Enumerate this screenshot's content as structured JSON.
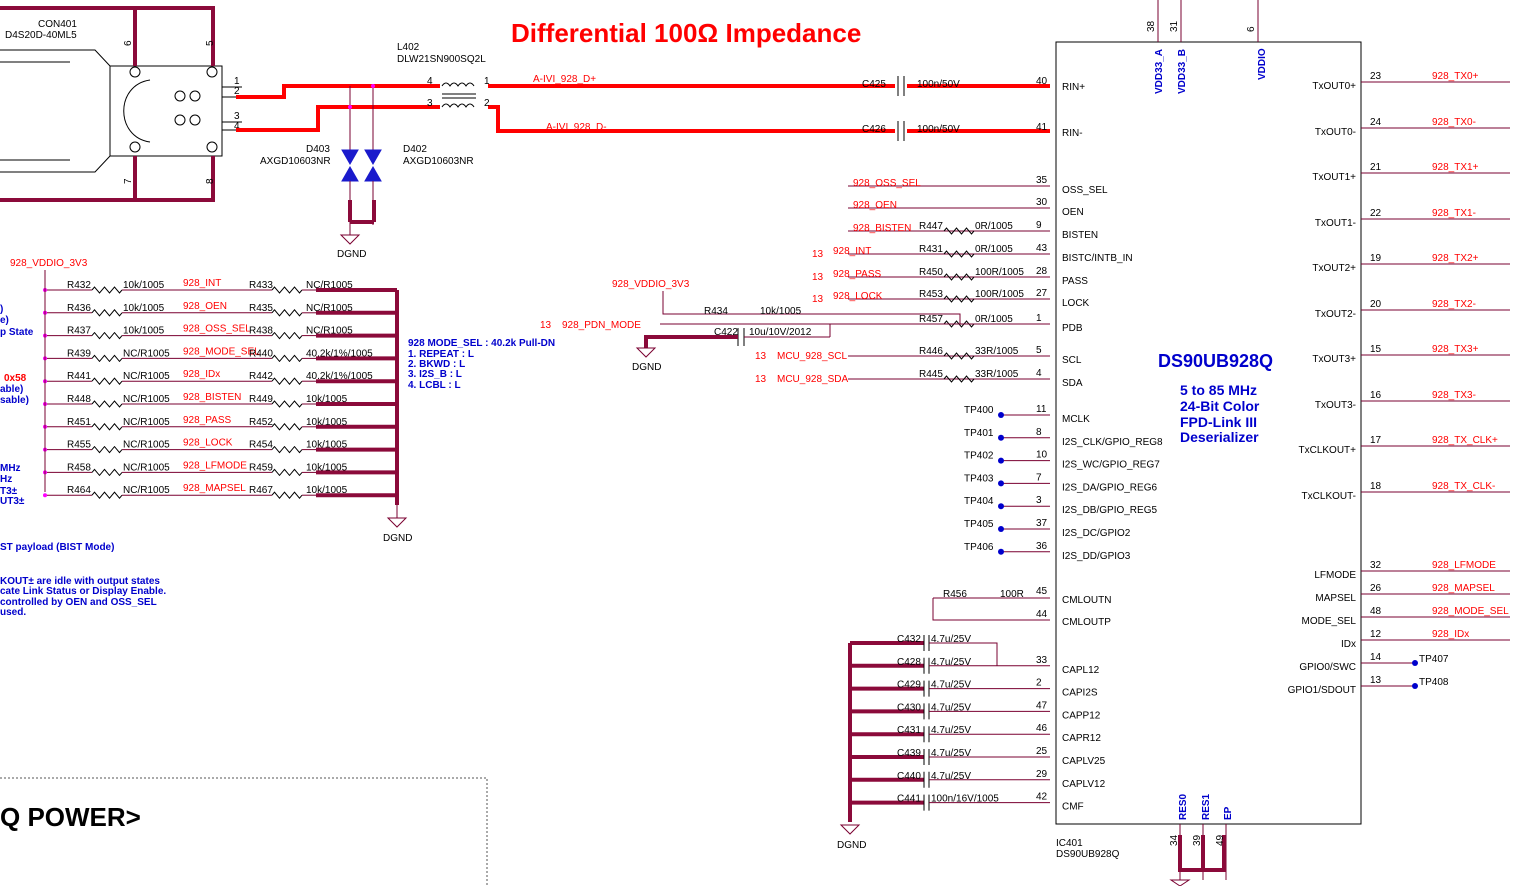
{
  "title": "Differential 100Ω Impedance",
  "connector": {
    "ref": "CON401",
    "part": "D4S20D-40ML5",
    "pins": [
      "1",
      "2",
      "3",
      "4",
      "5",
      "6",
      "7",
      "8"
    ]
  },
  "choke": {
    "ref": "L402",
    "part": "DLW21SN900SQ2L",
    "pins": [
      "4",
      "1",
      "3",
      "2"
    ]
  },
  "diodes": [
    {
      "ref": "D403",
      "part": "AXGD10603NR"
    },
    {
      "ref": "D402",
      "part": "AXGD10603NR"
    }
  ],
  "diff_nets": [
    {
      "name": "A-IVI_928_D+",
      "cap": "C425",
      "cap_value": "100n/50V",
      "pin": "40"
    },
    {
      "name": "A-IVI_928_D-",
      "cap": "C426",
      "cap_value": "100n/50V",
      "pin": "41"
    }
  ],
  "ground_label": "DGND",
  "vddio_net": "928_VDDIO_3V3",
  "left_resistors": [
    {
      "pd": "R432",
      "pd_val": "10k/1005",
      "net": "928_INT",
      "pu": "R433",
      "pu_val": "NC/R1005"
    },
    {
      "pd": "R436",
      "pd_val": "10k/1005",
      "net": "928_OEN",
      "pu": "R435",
      "pu_val": "NC/R1005"
    },
    {
      "pd": "R437",
      "pd_val": "10k/1005",
      "net": "928_OSS_SEL",
      "pu": "R438",
      "pu_val": "NC/R1005"
    },
    {
      "pd": "R439",
      "pd_val": "NC/R1005",
      "net": "928_MODE_SEL",
      "pu": "R440",
      "pu_val": "40.2k/1%/1005"
    },
    {
      "pd": "R441",
      "pd_val": "NC/R1005",
      "net": "928_IDx",
      "pu": "R442",
      "pu_val": "40.2k/1%/1005"
    },
    {
      "pd": "R448",
      "pd_val": "NC/R1005",
      "net": "928_BISTEN",
      "pu": "R449",
      "pu_val": "10k/1005"
    },
    {
      "pd": "R451",
      "pd_val": "NC/R1005",
      "net": "928_PASS",
      "pu": "R452",
      "pu_val": "10k/1005"
    },
    {
      "pd": "R455",
      "pd_val": "NC/R1005",
      "net": "928_LOCK",
      "pu": "R454",
      "pu_val": "10k/1005"
    },
    {
      "pd": "R458",
      "pd_val": "NC/R1005",
      "net": "928_LFMODE",
      "pu": "R459",
      "pu_val": "10k/1005"
    },
    {
      "pd": "R464",
      "pd_val": "NC/R1005",
      "net": "928_MAPSEL",
      "pu": "R467",
      "pu_val": "10k/1005"
    }
  ],
  "mode_note": [
    "928 MODE_SEL : 40.2k Pull-DN",
    "1. REPEAT : L",
    "2. BKWD : L",
    "3. I2S_B : L",
    "4. LCBL : L"
  ],
  "left_clipped_text": [
    ")",
    "e)",
    "p State",
    "0x58",
    "able)",
    "sable)",
    "MHz",
    "Hz",
    "T3±",
    "UT3±",
    "ST payload (BIST Mode)",
    "KOUT± are idle with output states",
    "cate Link Status or Display Enable.",
    "controlled by OEN and OSS_SEL",
    "used."
  ],
  "pdn": {
    "vddio": "928_VDDIO_3V3",
    "sheet": "13",
    "net": "928_PDN_MODE",
    "res": "R434",
    "res_val": "10k/1005",
    "cap": "C422",
    "cap_val": "10u/10V/2012"
  },
  "ctrl_lines": [
    {
      "sheet": "",
      "net": "928_OSS_SEL",
      "res": "",
      "res_val": "",
      "pin": "35",
      "pinname": "OSS_SEL"
    },
    {
      "sheet": "",
      "net": "928_OEN",
      "res": "",
      "res_val": "",
      "pin": "30",
      "pinname": "OEN"
    },
    {
      "sheet": "",
      "net": "928_BISTEN",
      "res": "R447",
      "res_val": "0R/1005",
      "pin": "9",
      "pinname": "BISTEN"
    },
    {
      "sheet": "13",
      "net": "928_INT",
      "res": "R431",
      "res_val": "0R/1005",
      "pin": "43",
      "pinname": "BISTC/INTB_IN"
    },
    {
      "sheet": "13",
      "net": "928_PASS",
      "res": "R450",
      "res_val": "100R/1005",
      "pin": "28",
      "pinname": "PASS"
    },
    {
      "sheet": "13",
      "net": "928_LOCK",
      "res": "R453",
      "res_val": "100R/1005",
      "pin": "27",
      "pinname": "LOCK"
    },
    {
      "sheet": "",
      "net": "",
      "res": "R457",
      "res_val": "0R/1005",
      "pin": "1",
      "pinname": "PDB"
    },
    {
      "sheet": "13",
      "net": "MCU_928_SCL",
      "res": "R446",
      "res_val": "33R/1005",
      "pin": "5",
      "pinname": "SCL"
    },
    {
      "sheet": "13",
      "net": "MCU_928_SDA",
      "res": "R445",
      "res_val": "33R/1005",
      "pin": "4",
      "pinname": "SDA"
    }
  ],
  "testpoints": [
    {
      "tp": "TP400",
      "pin": "11",
      "pinname": "MCLK"
    },
    {
      "tp": "TP401",
      "pin": "8",
      "pinname": "I2S_CLK/GPIO_REG8"
    },
    {
      "tp": "TP402",
      "pin": "10",
      "pinname": "I2S_WC/GPIO_REG7"
    },
    {
      "tp": "TP403",
      "pin": "7",
      "pinname": "I2S_DA/GPIO_REG6"
    },
    {
      "tp": "TP404",
      "pin": "3",
      "pinname": "I2S_DB/GPIO_REG5"
    },
    {
      "tp": "TP405",
      "pin": "37",
      "pinname": "I2S_DC/GPIO2"
    },
    {
      "tp": "TP406",
      "pin": "36",
      "pinname": "I2S_DD/GPIO3"
    }
  ],
  "cml": {
    "res": "R456",
    "res_val": "100R",
    "pins": [
      {
        "pin": "45",
        "pinname": "CMLOUTN"
      },
      {
        "pin": "44",
        "pinname": "CMLOUTP"
      }
    ]
  },
  "caps": [
    {
      "ref": "C432",
      "val": "4.7u/25V",
      "pin": "",
      "pinname": ""
    },
    {
      "ref": "C428",
      "val": "4.7u/25V",
      "pin": "33",
      "pinname": "CAPL12"
    },
    {
      "ref": "C429",
      "val": "4.7u/25V",
      "pin": "2",
      "pinname": "CAPI2S"
    },
    {
      "ref": "C430",
      "val": "4.7u/25V",
      "pin": "47",
      "pinname": "CAPP12"
    },
    {
      "ref": "C431",
      "val": "4.7u/25V",
      "pin": "46",
      "pinname": "CAPR12"
    },
    {
      "ref": "C439",
      "val": "4.7u/25V",
      "pin": "25",
      "pinname": "CAPLV25"
    },
    {
      "ref": "C440",
      "val": "4.7u/25V",
      "pin": "29",
      "pinname": "CAPLV12"
    },
    {
      "ref": "C441",
      "val": "100n/16V/1005",
      "pin": "42",
      "pinname": "CMF"
    }
  ],
  "chip": {
    "name": "DS90UB928Q",
    "desc": [
      "5 to 85 MHz",
      "24-Bit Color",
      "FPD-Link III",
      "Deserializer"
    ],
    "ref": "IC401",
    "part": "DS90UB928Q",
    "in_pins": [
      {
        "pin": "40",
        "pinname": "RIN+"
      },
      {
        "pin": "41",
        "pinname": "RIN-"
      }
    ],
    "top_pins": [
      {
        "pin": "38",
        "pinname": "VDD33_A"
      },
      {
        "pin": "31",
        "pinname": "VDD33_B"
      },
      {
        "pin": "6",
        "pinname": "VDDIO"
      }
    ],
    "bottom_pins": [
      {
        "pin": "34",
        "pinname": "RES0"
      },
      {
        "pin": "39",
        "pinname": "RES1"
      },
      {
        "pin": "49",
        "pinname": "EP"
      }
    ],
    "right_pins": [
      {
        "pin": "23",
        "pinname": "TxOUT0+",
        "net": "928_TX0+"
      },
      {
        "pin": "24",
        "pinname": "TxOUT0-",
        "net": "928_TX0-"
      },
      {
        "pin": "21",
        "pinname": "TxOUT1+",
        "net": "928_TX1+"
      },
      {
        "pin": "22",
        "pinname": "TxOUT1-",
        "net": "928_TX1-"
      },
      {
        "pin": "19",
        "pinname": "TxOUT2+",
        "net": "928_TX2+"
      },
      {
        "pin": "20",
        "pinname": "TxOUT2-",
        "net": "928_TX2-"
      },
      {
        "pin": "15",
        "pinname": "TxOUT3+",
        "net": "928_TX3+"
      },
      {
        "pin": "16",
        "pinname": "TxOUT3-",
        "net": "928_TX3-"
      },
      {
        "pin": "17",
        "pinname": "TxCLKOUT+",
        "net": "928_TX_CLK+"
      },
      {
        "pin": "18",
        "pinname": "TxCLKOUT-",
        "net": "928_TX_CLK-"
      },
      {
        "pin": "32",
        "pinname": "LFMODE",
        "net": "928_LFMODE"
      },
      {
        "pin": "26",
        "pinname": "MAPSEL",
        "net": "928_MAPSEL"
      },
      {
        "pin": "48",
        "pinname": "MODE_SEL",
        "net": "928_MODE_SEL"
      },
      {
        "pin": "12",
        "pinname": "IDx",
        "net": "928_IDx"
      },
      {
        "pin": "14",
        "pinname": "GPIO0/SWC",
        "net": "TP407"
      },
      {
        "pin": "13",
        "pinname": "GPIO1/SDOUT",
        "net": "TP408"
      }
    ]
  },
  "power_label": "Q POWER>"
}
